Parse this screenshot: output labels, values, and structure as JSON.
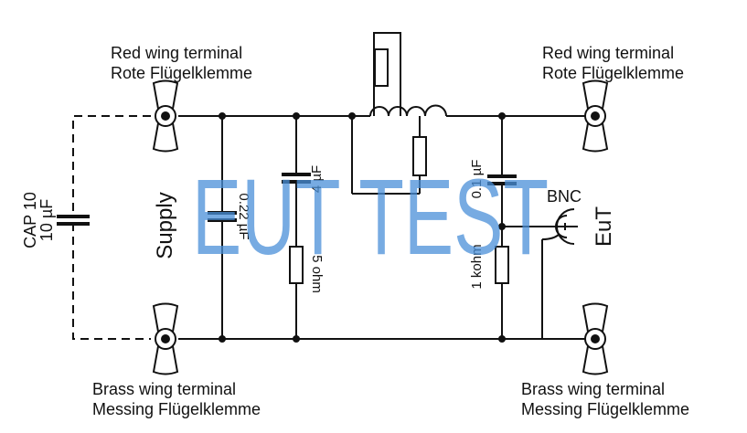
{
  "terminals": {
    "top_left": {
      "line1": "Red wing terminal",
      "line2": "Rote Flügelklemme"
    },
    "top_right": {
      "line1": "Red wing terminal",
      "line2": "Rote Flügelklemme"
    },
    "bottom_left": {
      "line1": "Brass wing terminal",
      "line2": "Messing Flügelklemme"
    },
    "bottom_right": {
      "line1": "Brass wing terminal",
      "line2": "Messing Flügelklemme"
    }
  },
  "components": {
    "cap10": {
      "name": "CAP 10",
      "value": "10 µF"
    },
    "supply": "Supply",
    "c_022": "0.22 µF",
    "c_4": "4 µF",
    "r_5ohm": "5 ohm",
    "c_01": "0.1 µF",
    "r_1kohm": "1 kohm",
    "bnc": "BNC",
    "eut": "EuT"
  },
  "watermark": "EUT TEST",
  "colors": {
    "wire": "#111111",
    "watermark": "#4a90d9"
  }
}
